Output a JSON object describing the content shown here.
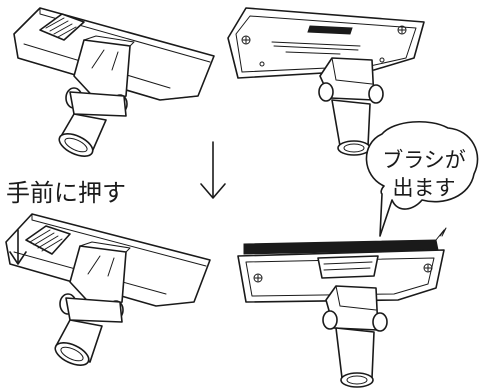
{
  "captions": {
    "push_instruction": "手前に押す",
    "brush_line1": "ブラシが",
    "brush_line2": "出ます"
  }
}
